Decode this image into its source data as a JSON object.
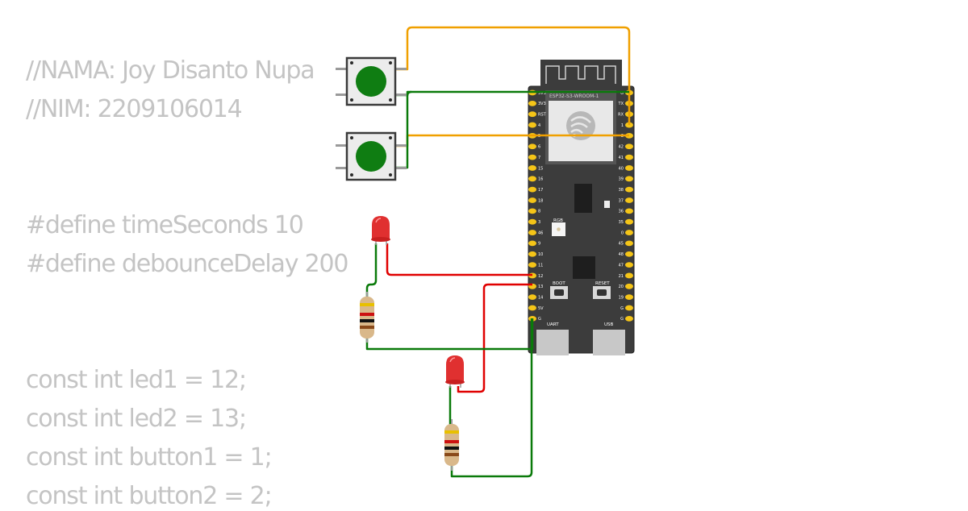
{
  "code_lines": [
    "//NAMA: Joy Disanto Nupa",
    "//NIM: 2209106014",
    "#define timeSeconds 10",
    "#define debounceDelay 200",
    "const int led1 = 12;",
    "const int led2 = 13;",
    "const int button1 = 1;",
    "const int button2 = 2;"
  ],
  "board": {
    "module_label": "ESP32-S3-WROOM-1",
    "left_pins": [
      "3V3",
      "3V3",
      "RST",
      "4",
      "5",
      "6",
      "7",
      "15",
      "16",
      "17",
      "18",
      "8",
      "3",
      "46",
      "9",
      "10",
      "11",
      "12",
      "13",
      "14",
      "5V",
      "G"
    ],
    "right_pins": [
      "G",
      "TX",
      "RX",
      "1",
      "2",
      "42",
      "41",
      "40",
      "39",
      "38",
      "37",
      "36",
      "35",
      "0",
      "45",
      "48",
      "47",
      "21",
      "20",
      "19",
      "G",
      "G"
    ],
    "rgb_label": "RGB",
    "boot_label": "BOOT",
    "reset_label": "RESET",
    "uart_label": "UART",
    "usb_label": "USB"
  },
  "components": [
    "pushbutton-1",
    "pushbutton-2",
    "led-1",
    "led-2",
    "resistor-1",
    "resistor-2"
  ],
  "colors": {
    "code_text": "#c4c4c4",
    "wire_green": "#0a7a0a",
    "wire_orange": "#f0a000",
    "wire_red": "#e00000",
    "board_body": "#3c3c3c",
    "pin_gold": "#f5c518",
    "button_cap": "#0f7d12",
    "led_red": "#e03030"
  }
}
